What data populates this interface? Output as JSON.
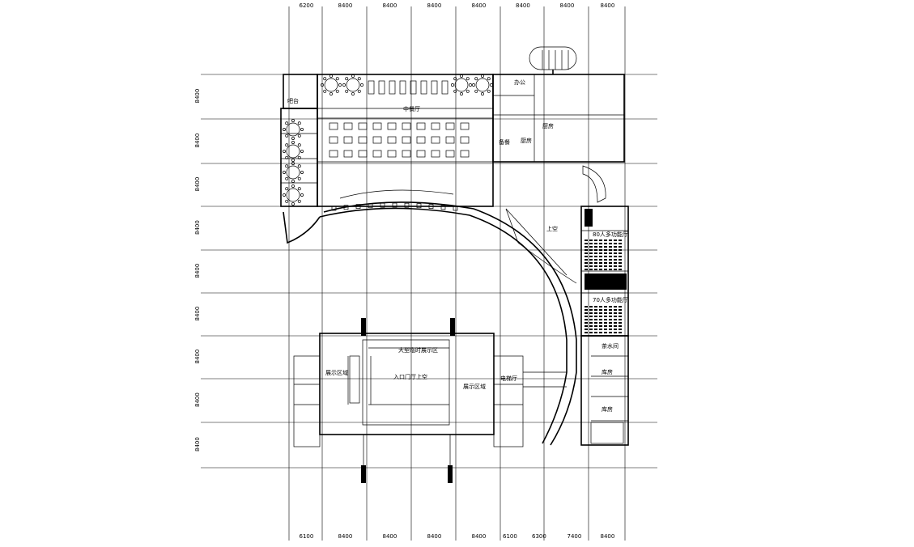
{
  "dimensions": {
    "top": [
      "6200",
      "8400",
      "8400",
      "8400",
      "8400",
      "8400",
      "8400",
      "8400"
    ],
    "bottom": [
      "6100",
      "8400",
      "8400",
      "8400",
      "8400",
      "6100",
      "6300",
      "7400",
      "8400"
    ],
    "left": [
      "8400",
      "8400",
      "8400",
      "8400",
      "8400",
      "8400",
      "8400",
      "8400",
      "8400"
    ]
  },
  "labels": {
    "dining_hall": "中餐厅",
    "kitchen_top": "厨房",
    "kitchen_mid": "厨房",
    "serving": "备餐",
    "bar": "吧台",
    "office": "办公",
    "upper_void": "上空",
    "hall_80": "80人多功能厅",
    "hall_70": "70人多功能厅",
    "tea_room": "茶水间",
    "storage_1": "库房",
    "storage_2": "库房",
    "atrium_void": "入口门厅上空",
    "exhibit_title": "大型临时展示区",
    "exhibit_left": "展示区域",
    "exhibit_right": "展示区域",
    "lobby": "电梯厅"
  },
  "colors": {
    "line": "#000000",
    "background": "#ffffff"
  }
}
